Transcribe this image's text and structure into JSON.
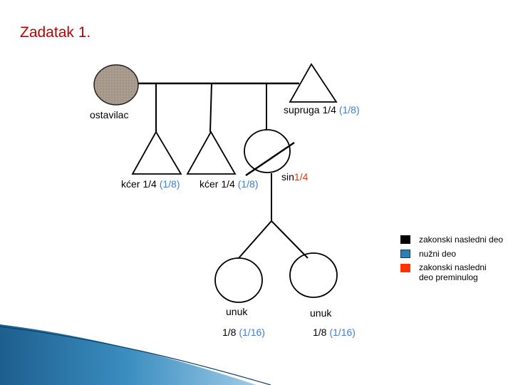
{
  "title": "Zadatak 1.",
  "people": {
    "ostavilac": "ostavilac",
    "supruga": {
      "label": "supruga 1/4",
      "share": "(1/8)"
    },
    "kcer1": {
      "label": "kćer 1/4",
      "share": "(1/8)"
    },
    "kcer2": {
      "label": "kćer 1/4",
      "share": "(1/8)"
    },
    "sin": {
      "label": "sin",
      "share": "1/4"
    },
    "unuk1": {
      "label": "unuk",
      "share_main": "1/8",
      "share": "(1/16)"
    },
    "unuk2": {
      "label": "unuk",
      "share_main": "1/8",
      "share": "(1/16)"
    }
  },
  "legend": [
    {
      "label": "zakonski nasledni deo",
      "color": "#000000"
    },
    {
      "label": "nužni deo",
      "color": "#2f7fae"
    },
    {
      "label": "zakonski nasledni deo preminulog",
      "color": "#ff3300"
    }
  ]
}
